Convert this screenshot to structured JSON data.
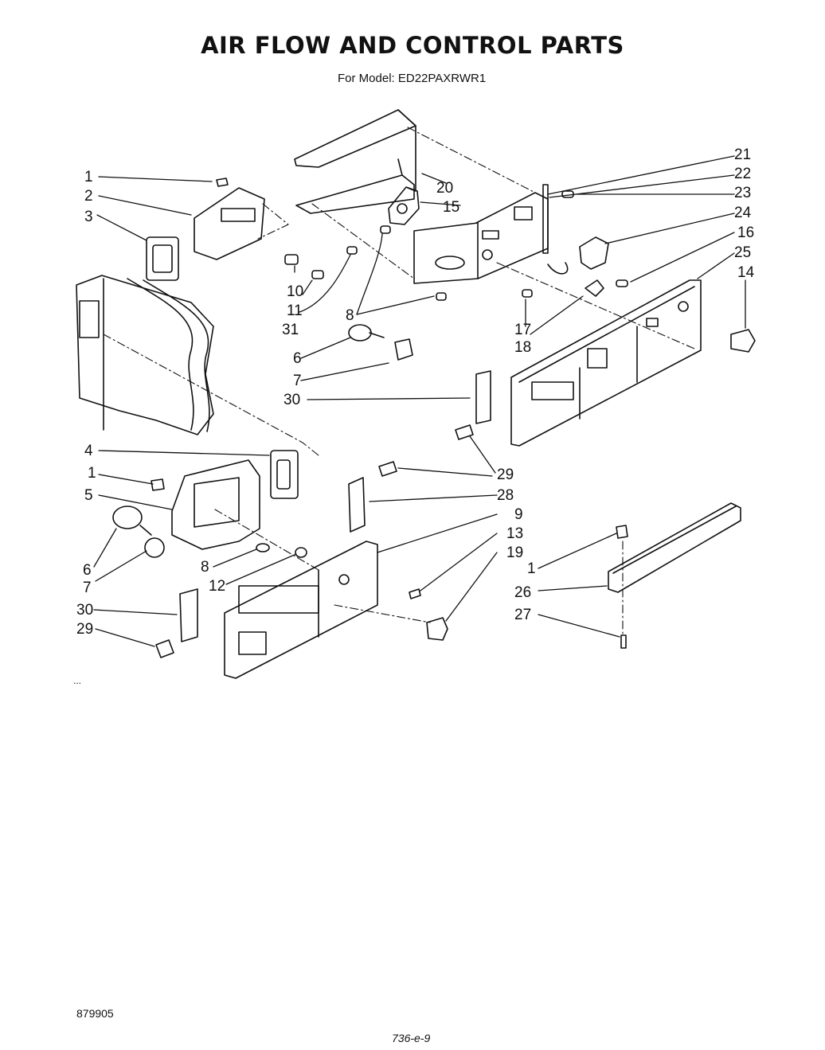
{
  "header": {
    "title": "AIR FLOW AND CONTROL PARTS",
    "subtitle": "For Model: ED22PAXRWR1"
  },
  "footer": {
    "part_number": "879905",
    "page_code": "736-e-9",
    "mark": "..."
  },
  "callouts": [
    "1",
    "2",
    "3",
    "10",
    "11",
    "31",
    "20",
    "15",
    "8",
    "6",
    "7",
    "30",
    "21",
    "22",
    "23",
    "24",
    "16",
    "25",
    "14",
    "17",
    "18",
    "4",
    "1",
    "5",
    "6",
    "7",
    "8",
    "12",
    "30",
    "29",
    "29",
    "28",
    "9",
    "13",
    "19",
    "1",
    "26",
    "27"
  ]
}
